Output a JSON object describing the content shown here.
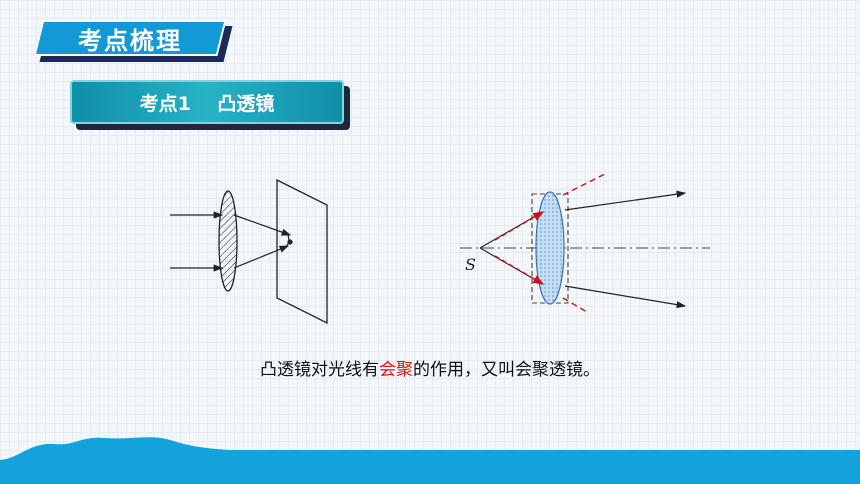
{
  "header": {
    "title": "考点梳理"
  },
  "section": {
    "label_prefix": "考点1",
    "label_gap": "    ",
    "label_name": "凸透镜"
  },
  "diagram_right": {
    "source_label": "S"
  },
  "caption": {
    "before": "凸透镜对光线有",
    "highlight": "会聚",
    "after": "的作用，又叫会聚透镜。"
  },
  "colors": {
    "title_blue": "#1399d6",
    "section_teal": "#1ea3b8",
    "highlight_red": "#e01010",
    "footer_blue": "#12a2dc"
  }
}
